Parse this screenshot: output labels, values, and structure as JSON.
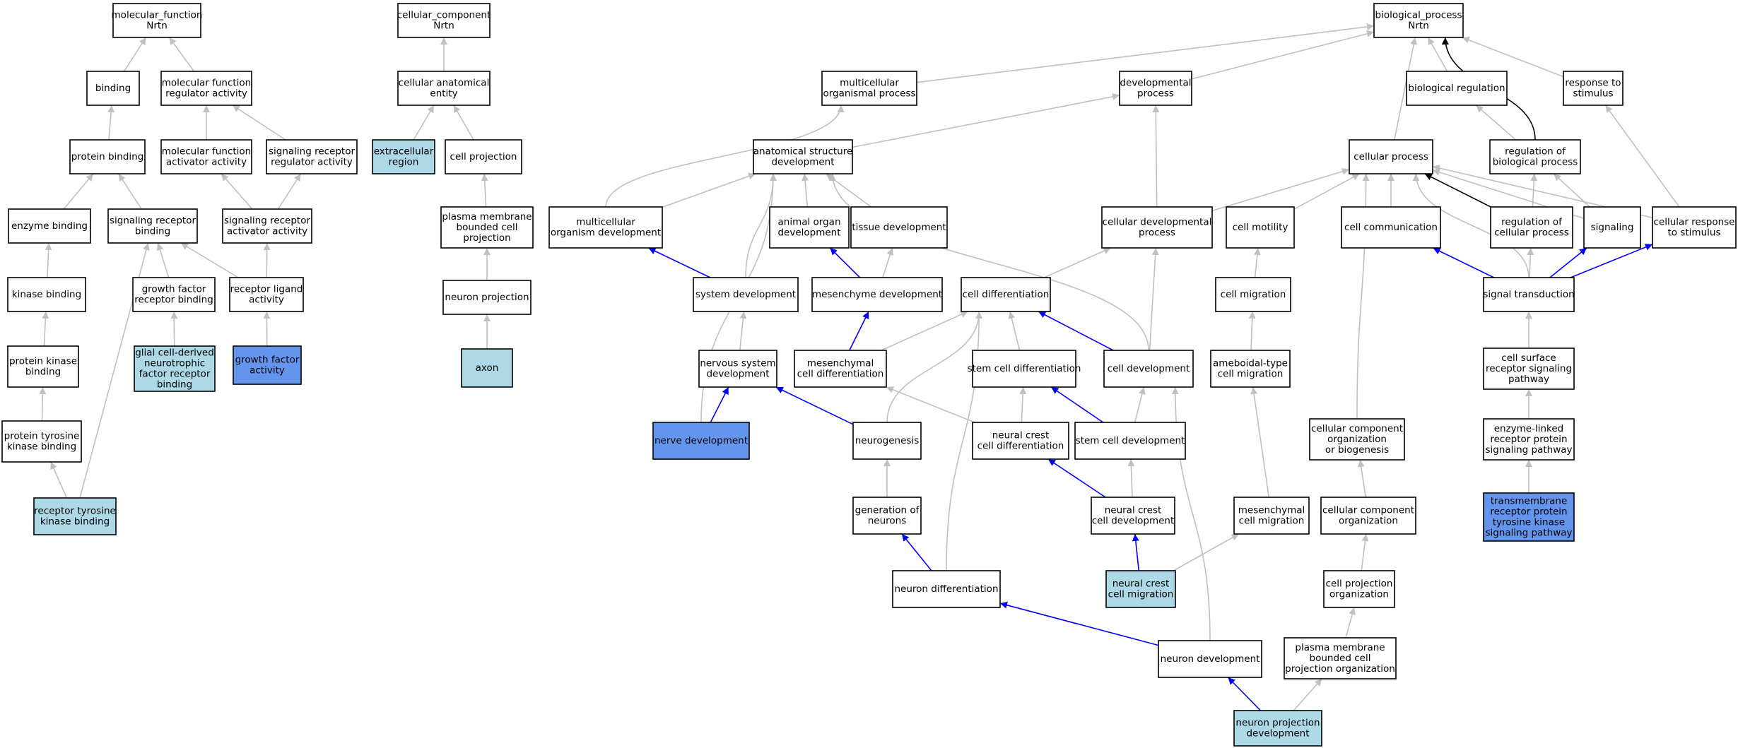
{
  "colors": {
    "node_default": "#ffffff",
    "node_annotated": "#add8e6",
    "node_highlight": "#6495ed",
    "edge_default": "#c0c0c0",
    "edge_blue": "#0000ff",
    "edge_black": "#000000"
  },
  "nodes": [
    {
      "id": "mf",
      "lines": [
        "molecular_function",
        "Nrtn"
      ],
      "fill": "white"
    },
    {
      "id": "binding",
      "lines": [
        "binding"
      ],
      "fill": "white"
    },
    {
      "id": "mfreg",
      "lines": [
        "molecular function",
        "regulator activity"
      ],
      "fill": "white"
    },
    {
      "id": "protbind",
      "lines": [
        "protein binding"
      ],
      "fill": "white"
    },
    {
      "id": "mfact",
      "lines": [
        "molecular function",
        "activator activity"
      ],
      "fill": "white"
    },
    {
      "id": "sigrecreg",
      "lines": [
        "signaling receptor",
        "regulator activity"
      ],
      "fill": "white"
    },
    {
      "id": "enzbind",
      "lines": [
        "enzyme binding"
      ],
      "fill": "white"
    },
    {
      "id": "sigrecbind",
      "lines": [
        "signaling receptor",
        "binding"
      ],
      "fill": "white"
    },
    {
      "id": "sigrecact",
      "lines": [
        "signaling receptor",
        "activator activity"
      ],
      "fill": "white"
    },
    {
      "id": "kinbind",
      "lines": [
        "kinase binding"
      ],
      "fill": "white"
    },
    {
      "id": "gfrecbind",
      "lines": [
        "growth factor",
        "receptor binding"
      ],
      "fill": "white"
    },
    {
      "id": "recligact",
      "lines": [
        "receptor ligand",
        "activity"
      ],
      "fill": "white"
    },
    {
      "id": "protkinbind",
      "lines": [
        "protein kinase",
        "binding"
      ],
      "fill": "white"
    },
    {
      "id": "gdnf",
      "lines": [
        "glial cell-derived",
        "neurotrophic",
        "factor receptor",
        "binding"
      ],
      "fill": "light"
    },
    {
      "id": "gfact",
      "lines": [
        "growth factor",
        "activity"
      ],
      "fill": "blue"
    },
    {
      "id": "ptkbind",
      "lines": [
        "protein tyrosine",
        "kinase binding"
      ],
      "fill": "white"
    },
    {
      "id": "rtkbind",
      "lines": [
        "receptor tyrosine",
        "kinase binding"
      ],
      "fill": "light"
    },
    {
      "id": "cc",
      "lines": [
        "cellular_component",
        "Nrtn"
      ],
      "fill": "white"
    },
    {
      "id": "cae",
      "lines": [
        "cellular anatomical",
        "entity"
      ],
      "fill": "white"
    },
    {
      "id": "extreg",
      "lines": [
        "extracellular",
        "region"
      ],
      "fill": "light"
    },
    {
      "id": "cellproj",
      "lines": [
        "cell projection"
      ],
      "fill": "white"
    },
    {
      "id": "pmbcp",
      "lines": [
        "plasma membrane",
        "bounded cell",
        "projection"
      ],
      "fill": "white"
    },
    {
      "id": "neuproj",
      "lines": [
        "neuron projection"
      ],
      "fill": "white"
    },
    {
      "id": "axon",
      "lines": [
        "axon"
      ],
      "fill": "light"
    },
    {
      "id": "bp",
      "lines": [
        "biological_process",
        "Nrtn"
      ],
      "fill": "white"
    },
    {
      "id": "mop",
      "lines": [
        "multicellular",
        "organismal process"
      ],
      "fill": "white"
    },
    {
      "id": "devproc",
      "lines": [
        "developmental",
        "process"
      ],
      "fill": "white"
    },
    {
      "id": "bioreg",
      "lines": [
        "biological regulation"
      ],
      "fill": "white"
    },
    {
      "id": "respstim",
      "lines": [
        "response to",
        "stimulus"
      ],
      "fill": "white"
    },
    {
      "id": "asd",
      "lines": [
        "anatomical structure",
        "development"
      ],
      "fill": "white"
    },
    {
      "id": "cellproc",
      "lines": [
        "cellular process"
      ],
      "fill": "white"
    },
    {
      "id": "regbp",
      "lines": [
        "regulation of",
        "biological process"
      ],
      "fill": "white"
    },
    {
      "id": "mod",
      "lines": [
        "multicellular",
        "organism development"
      ],
      "fill": "white"
    },
    {
      "id": "aod",
      "lines": [
        "animal organ",
        "development"
      ],
      "fill": "white"
    },
    {
      "id": "tissdev",
      "lines": [
        "tissue development"
      ],
      "fill": "white"
    },
    {
      "id": "celldevproc",
      "lines": [
        "cellular developmental",
        "process"
      ],
      "fill": "white"
    },
    {
      "id": "cellmot",
      "lines": [
        "cell motility"
      ],
      "fill": "white"
    },
    {
      "id": "cellcomm",
      "lines": [
        "cell communication"
      ],
      "fill": "white"
    },
    {
      "id": "regcp",
      "lines": [
        "regulation of",
        "cellular process"
      ],
      "fill": "white"
    },
    {
      "id": "signaling",
      "lines": [
        "signaling"
      ],
      "fill": "white"
    },
    {
      "id": "cellresp",
      "lines": [
        "cellular response",
        "to stimulus"
      ],
      "fill": "white"
    },
    {
      "id": "sysdev",
      "lines": [
        "system development"
      ],
      "fill": "white"
    },
    {
      "id": "mesdev",
      "lines": [
        "mesenchyme development"
      ],
      "fill": "white"
    },
    {
      "id": "celldiff",
      "lines": [
        "cell differentiation"
      ],
      "fill": "white"
    },
    {
      "id": "cellmig",
      "lines": [
        "cell migration"
      ],
      "fill": "white"
    },
    {
      "id": "sigtrans",
      "lines": [
        "signal transduction"
      ],
      "fill": "white"
    },
    {
      "id": "nsdev",
      "lines": [
        "nervous system",
        "development"
      ],
      "fill": "white"
    },
    {
      "id": "mescd",
      "lines": [
        "mesenchymal",
        "cell differentiation"
      ],
      "fill": "white"
    },
    {
      "id": "scdiff",
      "lines": [
        "stem cell differentiation"
      ],
      "fill": "white"
    },
    {
      "id": "celldev",
      "lines": [
        "cell development"
      ],
      "fill": "white"
    },
    {
      "id": "ameb",
      "lines": [
        "ameboidal-type",
        "cell migration"
      ],
      "fill": "white"
    },
    {
      "id": "csrsp",
      "lines": [
        "cell surface",
        "receptor signaling",
        "pathway"
      ],
      "fill": "white"
    },
    {
      "id": "nervedev",
      "lines": [
        "nerve development"
      ],
      "fill": "blue"
    },
    {
      "id": "neurogen",
      "lines": [
        "neurogenesis"
      ],
      "fill": "white"
    },
    {
      "id": "ncdiff",
      "lines": [
        "neural crest",
        "cell differentiation"
      ],
      "fill": "white"
    },
    {
      "id": "scdev",
      "lines": [
        "stem cell development"
      ],
      "fill": "white"
    },
    {
      "id": "ccorg",
      "lines": [
        "cellular component",
        "organization",
        "or biogenesis"
      ],
      "fill": "white"
    },
    {
      "id": "elrpsp",
      "lines": [
        "enzyme-linked",
        "receptor protein",
        "signaling pathway"
      ],
      "fill": "white"
    },
    {
      "id": "genneu",
      "lines": [
        "generation of",
        "neurons"
      ],
      "fill": "white"
    },
    {
      "id": "nccdev",
      "lines": [
        "neural crest",
        "cell development"
      ],
      "fill": "white"
    },
    {
      "id": "mescmig",
      "lines": [
        "mesenchymal",
        "cell migration"
      ],
      "fill": "white"
    },
    {
      "id": "ccorg2",
      "lines": [
        "cellular component",
        "organization"
      ],
      "fill": "white"
    },
    {
      "id": "tmrptk",
      "lines": [
        "transmembrane",
        "receptor protein",
        "tyrosine kinase",
        "signaling pathway"
      ],
      "fill": "blue"
    },
    {
      "id": "neudiff",
      "lines": [
        "neuron differentiation"
      ],
      "fill": "white"
    },
    {
      "id": "nccmig",
      "lines": [
        "neural crest",
        "cell migration"
      ],
      "fill": "light"
    },
    {
      "id": "cporg",
      "lines": [
        "cell projection",
        "organization"
      ],
      "fill": "white"
    },
    {
      "id": "neudev",
      "lines": [
        "neuron development"
      ],
      "fill": "white"
    },
    {
      "id": "pmbcpo",
      "lines": [
        "plasma membrane",
        "bounded cell",
        "projection organization"
      ],
      "fill": "white"
    },
    {
      "id": "npdev",
      "lines": [
        "neuron projection",
        "development"
      ],
      "fill": "light"
    }
  ],
  "edges": [
    {
      "from": "binding",
      "to": "mf",
      "color": "gray"
    },
    {
      "from": "mfreg",
      "to": "mf",
      "color": "gray"
    },
    {
      "from": "protbind",
      "to": "binding",
      "color": "gray"
    },
    {
      "from": "mfact",
      "to": "mfreg",
      "color": "gray"
    },
    {
      "from": "sigrecreg",
      "to": "mfreg",
      "color": "gray"
    },
    {
      "from": "enzbind",
      "to": "protbind",
      "color": "gray"
    },
    {
      "from": "sigrecbind",
      "to": "protbind",
      "color": "gray"
    },
    {
      "from": "sigrecact",
      "to": "mfact",
      "color": "gray"
    },
    {
      "from": "sigrecact",
      "to": "sigrecreg",
      "color": "gray"
    },
    {
      "from": "kinbind",
      "to": "enzbind",
      "color": "gray"
    },
    {
      "from": "gfrecbind",
      "to": "sigrecbind",
      "color": "gray"
    },
    {
      "from": "recligact",
      "to": "sigrecbind",
      "color": "gray"
    },
    {
      "from": "recligact",
      "to": "sigrecact",
      "color": "gray"
    },
    {
      "from": "protkinbind",
      "to": "kinbind",
      "color": "gray"
    },
    {
      "from": "gdnf",
      "to": "gfrecbind",
      "color": "gray"
    },
    {
      "from": "gfact",
      "to": "recligact",
      "color": "gray"
    },
    {
      "from": "ptkbind",
      "to": "protkinbind",
      "color": "gray"
    },
    {
      "from": "rtkbind",
      "to": "ptkbind",
      "color": "gray"
    },
    {
      "from": "rtkbind",
      "to": "sigrecbind",
      "color": "gray"
    },
    {
      "from": "cae",
      "to": "cc",
      "color": "gray"
    },
    {
      "from": "extreg",
      "to": "cae",
      "color": "gray"
    },
    {
      "from": "cellproj",
      "to": "cae",
      "color": "gray"
    },
    {
      "from": "pmbcp",
      "to": "cellproj",
      "color": "gray"
    },
    {
      "from": "neuproj",
      "to": "pmbcp",
      "color": "gray"
    },
    {
      "from": "axon",
      "to": "neuproj",
      "color": "gray"
    },
    {
      "from": "mop",
      "to": "bp",
      "color": "gray"
    },
    {
      "from": "devproc",
      "to": "bp",
      "color": "gray"
    },
    {
      "from": "bioreg",
      "to": "bp",
      "color": "gray"
    },
    {
      "from": "respstim",
      "to": "bp",
      "color": "gray"
    },
    {
      "from": "cellproc",
      "to": "bp",
      "color": "gray"
    },
    {
      "from": "regbp",
      "to": "bp",
      "color": "black",
      "curve": true
    },
    {
      "from": "asd",
      "to": "devproc",
      "color": "gray"
    },
    {
      "from": "regbp",
      "to": "bioreg",
      "color": "gray"
    },
    {
      "from": "mod",
      "to": "mop",
      "color": "gray",
      "curve": true
    },
    {
      "from": "mod",
      "to": "asd",
      "color": "gray"
    },
    {
      "from": "aod",
      "to": "asd",
      "color": "gray"
    },
    {
      "from": "tissdev",
      "to": "asd",
      "color": "gray"
    },
    {
      "from": "sysdev",
      "to": "asd",
      "color": "gray",
      "curve": true
    },
    {
      "from": "nervedev",
      "to": "asd",
      "color": "gray",
      "curve": true
    },
    {
      "from": "celldev",
      "to": "asd",
      "color": "gray",
      "curve": true
    },
    {
      "from": "celldevproc",
      "to": "devproc",
      "color": "gray"
    },
    {
      "from": "celldevproc",
      "to": "cellproc",
      "color": "gray"
    },
    {
      "from": "cellmot",
      "to": "cellproc",
      "color": "gray"
    },
    {
      "from": "cellcomm",
      "to": "cellproc",
      "color": "gray"
    },
    {
      "from": "regcp",
      "to": "cellproc",
      "color": "black"
    },
    {
      "from": "regcp",
      "to": "regbp",
      "color": "gray"
    },
    {
      "from": "signaling",
      "to": "cellproc",
      "color": "gray"
    },
    {
      "from": "cellresp",
      "to": "cellproc",
      "color": "gray"
    },
    {
      "from": "cellresp",
      "to": "respstim",
      "color": "gray"
    },
    {
      "from": "signaling",
      "to": "regbp",
      "color": "gray"
    },
    {
      "from": "sigtrans",
      "to": "cellproc",
      "color": "gray",
      "curve": true
    },
    {
      "from": "ccorg",
      "to": "cellproc",
      "color": "gray",
      "curve": true
    },
    {
      "from": "sysdev",
      "to": "mod",
      "color": "blue"
    },
    {
      "from": "mesdev",
      "to": "aod",
      "color": "blue"
    },
    {
      "from": "mesdev",
      "to": "tissdev",
      "color": "gray"
    },
    {
      "from": "celldiff",
      "to": "celldevproc",
      "color": "gray"
    },
    {
      "from": "cellmig",
      "to": "cellmot",
      "color": "gray"
    },
    {
      "from": "sigtrans",
      "to": "cellcomm",
      "color": "blue"
    },
    {
      "from": "sigtrans",
      "to": "regcp",
      "color": "gray"
    },
    {
      "from": "sigtrans",
      "to": "signaling",
      "color": "blue"
    },
    {
      "from": "sigtrans",
      "to": "cellresp",
      "color": "blue"
    },
    {
      "from": "nsdev",
      "to": "sysdev",
      "color": "gray"
    },
    {
      "from": "mescd",
      "to": "mesdev",
      "color": "blue"
    },
    {
      "from": "mescd",
      "to": "celldiff",
      "color": "gray"
    },
    {
      "from": "scdiff",
      "to": "celldiff",
      "color": "gray"
    },
    {
      "from": "celldev",
      "to": "celldiff",
      "color": "blue"
    },
    {
      "from": "celldev",
      "to": "celldevproc",
      "color": "gray"
    },
    {
      "from": "ameb",
      "to": "cellmig",
      "color": "gray"
    },
    {
      "from": "csrsp",
      "to": "sigtrans",
      "color": "gray"
    },
    {
      "from": "nervedev",
      "to": "nsdev",
      "color": "blue"
    },
    {
      "from": "neurogen",
      "to": "nsdev",
      "color": "blue"
    },
    {
      "from": "neurogen",
      "to": "celldiff",
      "color": "gray",
      "curve": true
    },
    {
      "from": "ncdiff",
      "to": "mescd",
      "color": "gray"
    },
    {
      "from": "ncdiff",
      "to": "scdiff",
      "color": "gray"
    },
    {
      "from": "scdev",
      "to": "scdiff",
      "color": "blue"
    },
    {
      "from": "scdev",
      "to": "celldev",
      "color": "gray"
    },
    {
      "from": "elrpsp",
      "to": "csrsp",
      "color": "gray"
    },
    {
      "from": "genneu",
      "to": "neurogen",
      "color": "gray"
    },
    {
      "from": "nccdev",
      "to": "ncdiff",
      "color": "blue"
    },
    {
      "from": "nccdev",
      "to": "scdev",
      "color": "gray"
    },
    {
      "from": "mescmig",
      "to": "ameb",
      "color": "gray"
    },
    {
      "from": "ccorg2",
      "to": "ccorg",
      "color": "gray"
    },
    {
      "from": "tmrptk",
      "to": "elrpsp",
      "color": "gray"
    },
    {
      "from": "neudiff",
      "to": "genneu",
      "color": "blue"
    },
    {
      "from": "neudiff",
      "to": "celldiff",
      "color": "gray",
      "curve": true
    },
    {
      "from": "nccmig",
      "to": "nccdev",
      "color": "blue"
    },
    {
      "from": "nccmig",
      "to": "mescmig",
      "color": "gray"
    },
    {
      "from": "cporg",
      "to": "ccorg2",
      "color": "gray"
    },
    {
      "from": "neudev",
      "to": "neudiff",
      "color": "blue"
    },
    {
      "from": "neudev",
      "to": "celldev",
      "color": "gray",
      "curve": true
    },
    {
      "from": "pmbcpo",
      "to": "cporg",
      "color": "gray"
    },
    {
      "from": "npdev",
      "to": "neudev",
      "color": "blue"
    },
    {
      "from": "npdev",
      "to": "pmbcpo",
      "color": "gray"
    }
  ]
}
